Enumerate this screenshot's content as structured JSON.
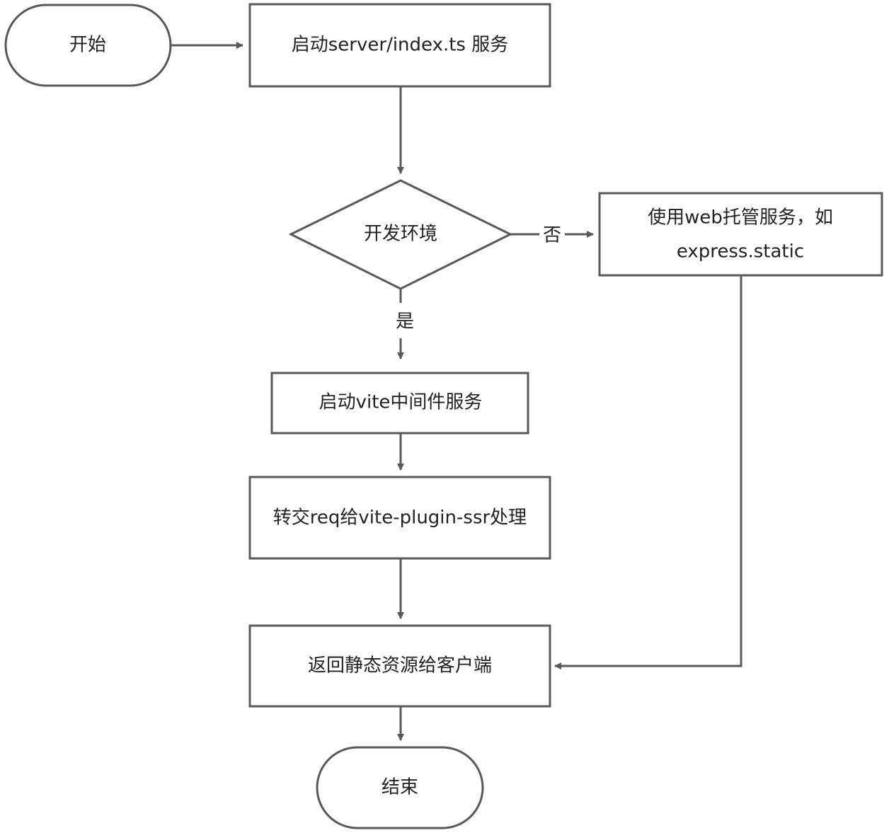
{
  "nodes": {
    "start": "开始",
    "start_server": "启动server/index.ts 服务",
    "is_dev": "开发环境",
    "static_hosting_line1": "使用web托管服务，如",
    "static_hosting_line2": "express.static",
    "start_vite": "启动vite中间件服务",
    "forward_req": "转交req给vite-plugin-ssr处理",
    "return_static": "返回静态资源给客户端",
    "end": "结束"
  },
  "edges": {
    "yes": "是",
    "no": "否"
  },
  "colors": {
    "stroke": "#595959",
    "text": "#222222",
    "fill": "#ffffff"
  }
}
